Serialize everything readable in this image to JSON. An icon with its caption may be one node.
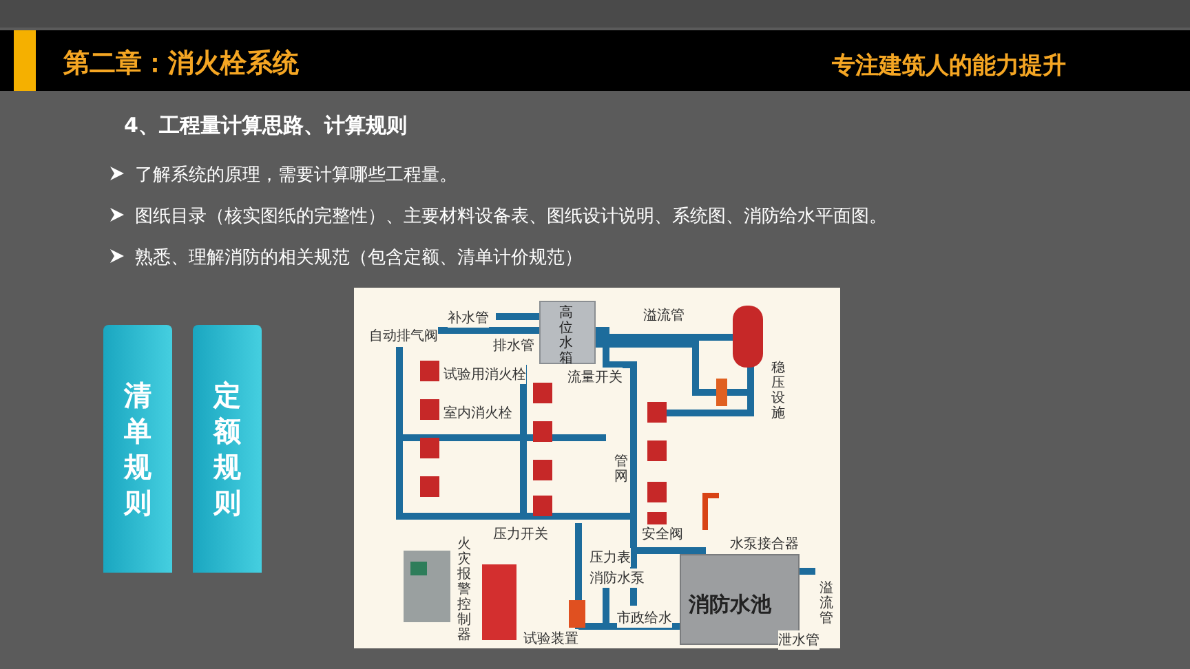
{
  "diagram": {
    "title": "第二章：消火栓系统",
    "nodes": [
      {
        "text": [
          "清单规则"
        ]
      },
      {
        "text": [
          "定额规则"
        ]
      }
    ],
    "labels": [
      "专注建筑人的能力提升",
      "4、工程量计算思路、计算规则",
      "了解系统的原理，需要计算哪些工程量。",
      "图纸目录（核实图纸的完整性）、主要材料设备表、图纸设计说明、系统图、消防给水平面图。",
      "熟悉、理解消防的相关规范（包含定额、清单计价规范）",
      "补水管",
      "高位水箱",
      "自动排气阀",
      "排水管",
      "溢流管",
      "试验用消火栓",
      "流量开关",
      "室内消火栓",
      "稳压设施",
      "管网",
      "压力开关",
      "火灾报警控制器",
      "压力表",
      "试验装置",
      "消防水泵",
      "安全阀",
      "水泵接合器",
      "市政给水",
      "溢流管",
      "泄水管",
      "消防水池"
    ]
  }
}
